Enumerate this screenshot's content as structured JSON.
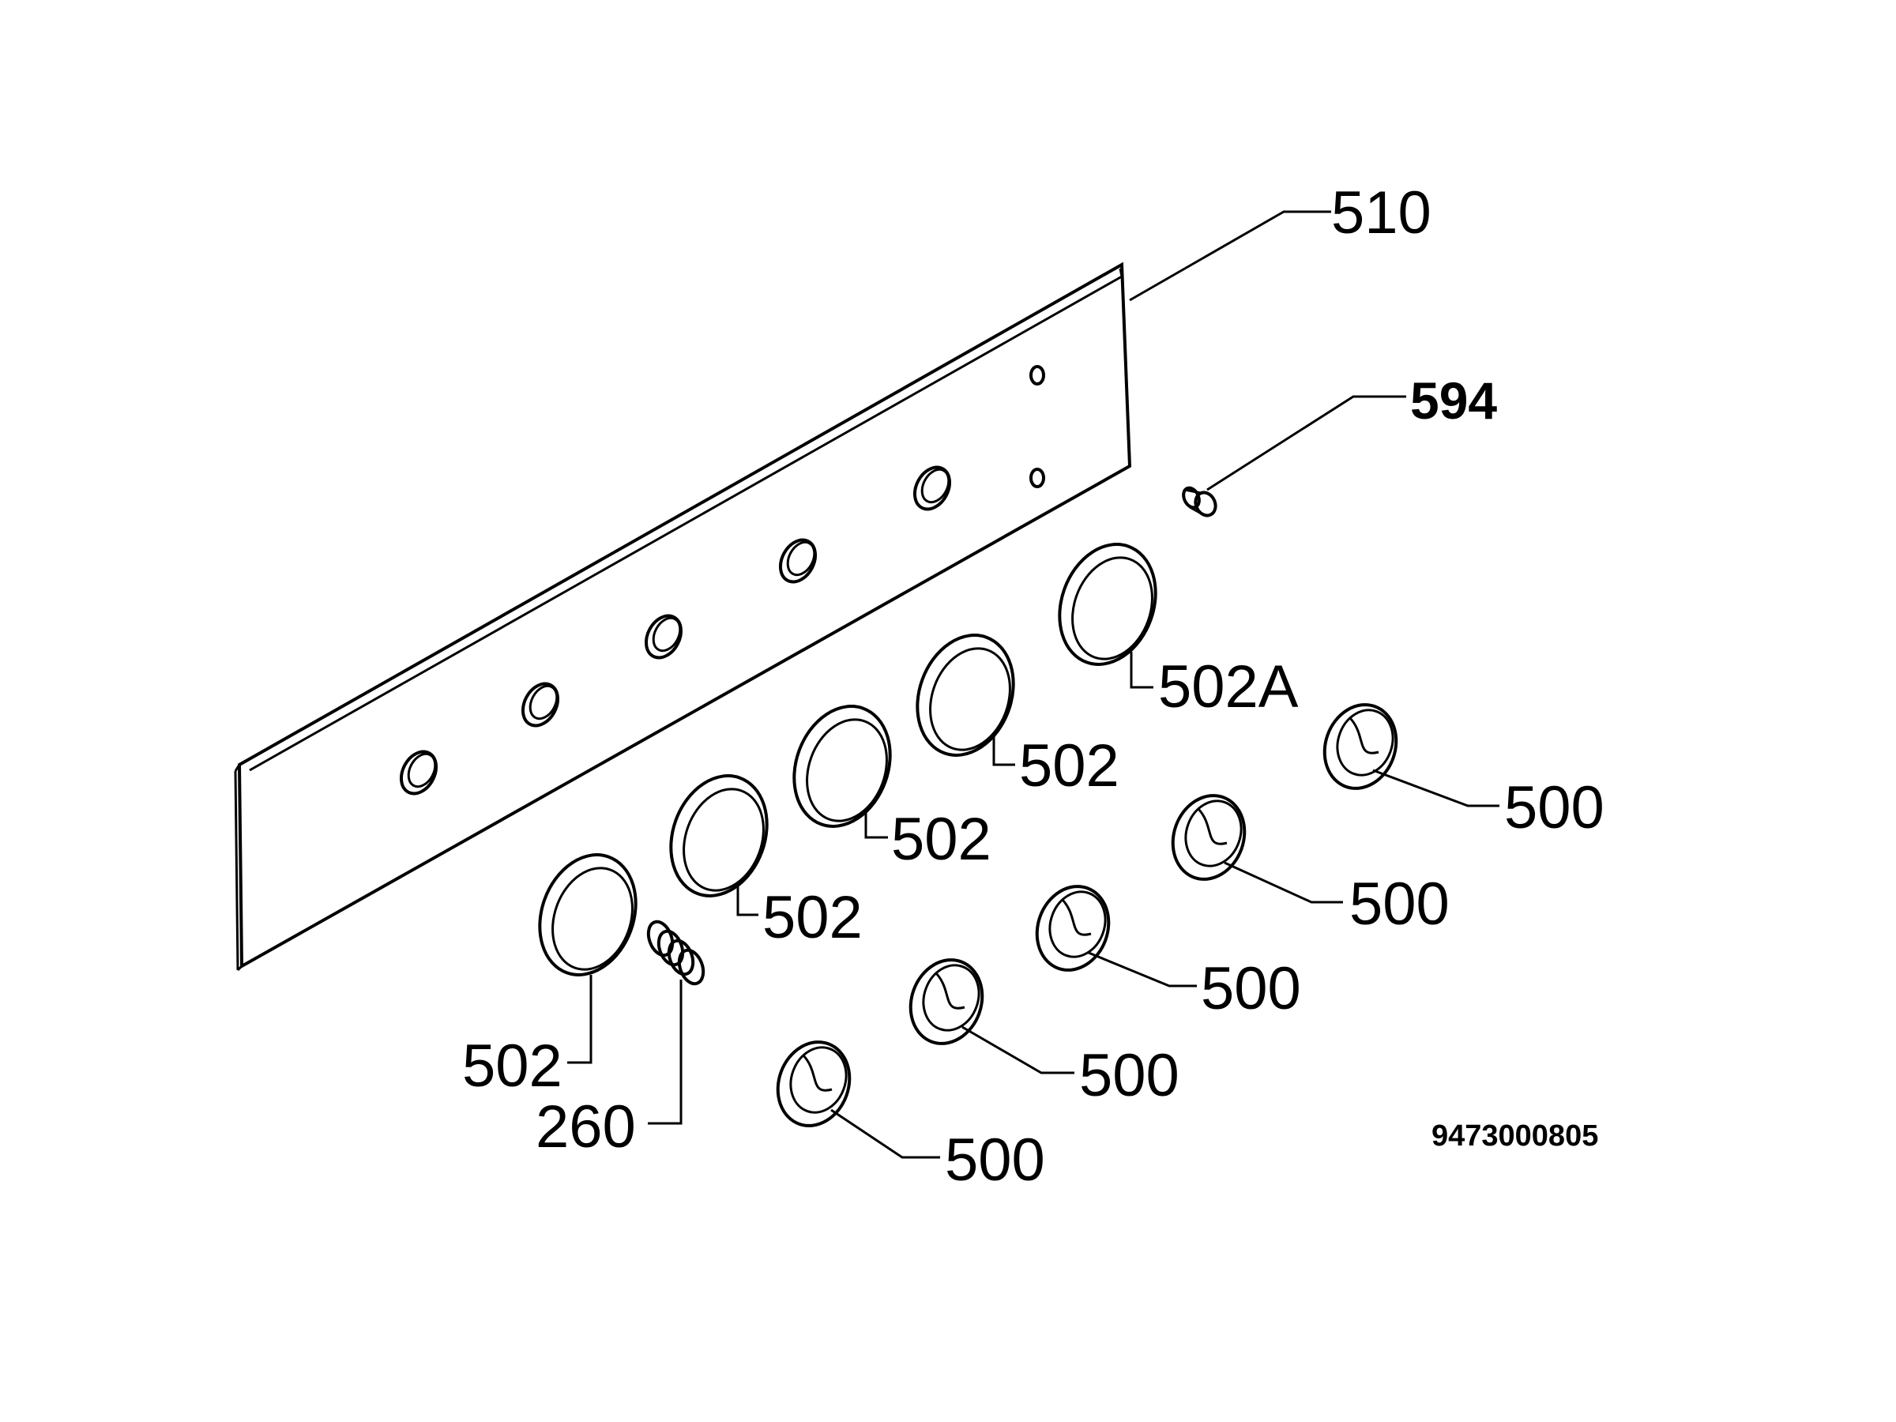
{
  "figure": {
    "labels": {
      "panel": "510",
      "screw": "594",
      "ring_a": "502A",
      "ring": "502",
      "spring": "260",
      "knob": "500"
    },
    "drawing_code": "9473000805"
  }
}
